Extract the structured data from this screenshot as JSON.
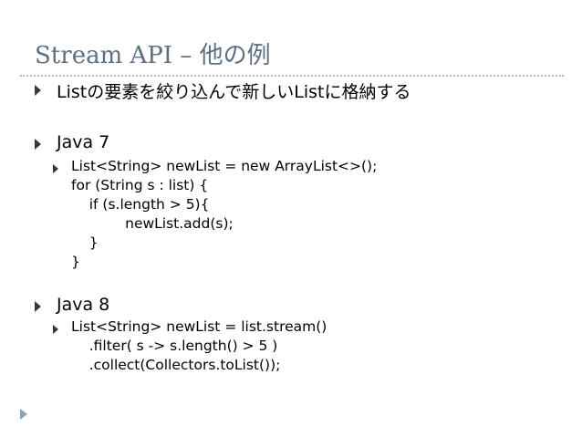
{
  "slide": {
    "title": "Stream API – 他の例",
    "bullets": [
      {
        "text": "Listの要素を絞り込んで新しいListに格納する"
      },
      {
        "text": "Java 7",
        "code": "List<String> newList = new ArrayList<>();\nfor (String s : list) {\n    if (s.length > 5){\n            newList.add(s);\n    }\n}"
      },
      {
        "text": "Java 8",
        "code": "List<String> newList = list.stream()\n    .filter( s -> s.length() > 5 )\n    .collect(Collectors.toList());"
      }
    ]
  },
  "colors": {
    "title": "#5b7083",
    "bullet": "#2f3a45",
    "divider": "#a9b8c6"
  }
}
